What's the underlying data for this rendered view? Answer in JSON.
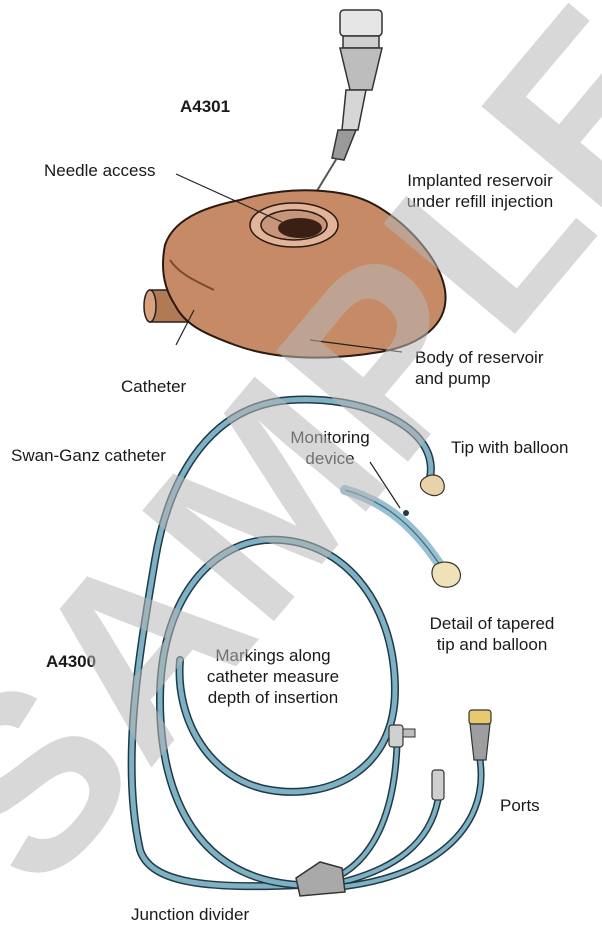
{
  "figure_ids": {
    "reservoir": "A4301",
    "catheter": "A4300"
  },
  "labels": {
    "needle_access": "Needle access",
    "implanted_reservoir": [
      "Implanted reservoir",
      "under refill injection"
    ],
    "catheter": "Catheter",
    "body_of_reservoir": [
      "Body of reservoir",
      "and pump"
    ],
    "swan_ganz": "Swan-Ganz catheter",
    "monitoring_device": [
      "Monitoring",
      "device"
    ],
    "tip_with_balloon": "Tip with balloon",
    "detail_tapered_tip": [
      "Detail of tapered",
      "tip and balloon"
    ],
    "markings": [
      "Markings along",
      "catheter measure",
      "depth of insertion"
    ],
    "ports": "Ports",
    "junction_divider": "Junction divider"
  },
  "watermark": {
    "text": "SAMPLE",
    "color": "#b8b8b8"
  },
  "colors": {
    "skin": "#c68a66",
    "tube": "#7fb0c4",
    "tube_outline": "#1e3a44"
  }
}
